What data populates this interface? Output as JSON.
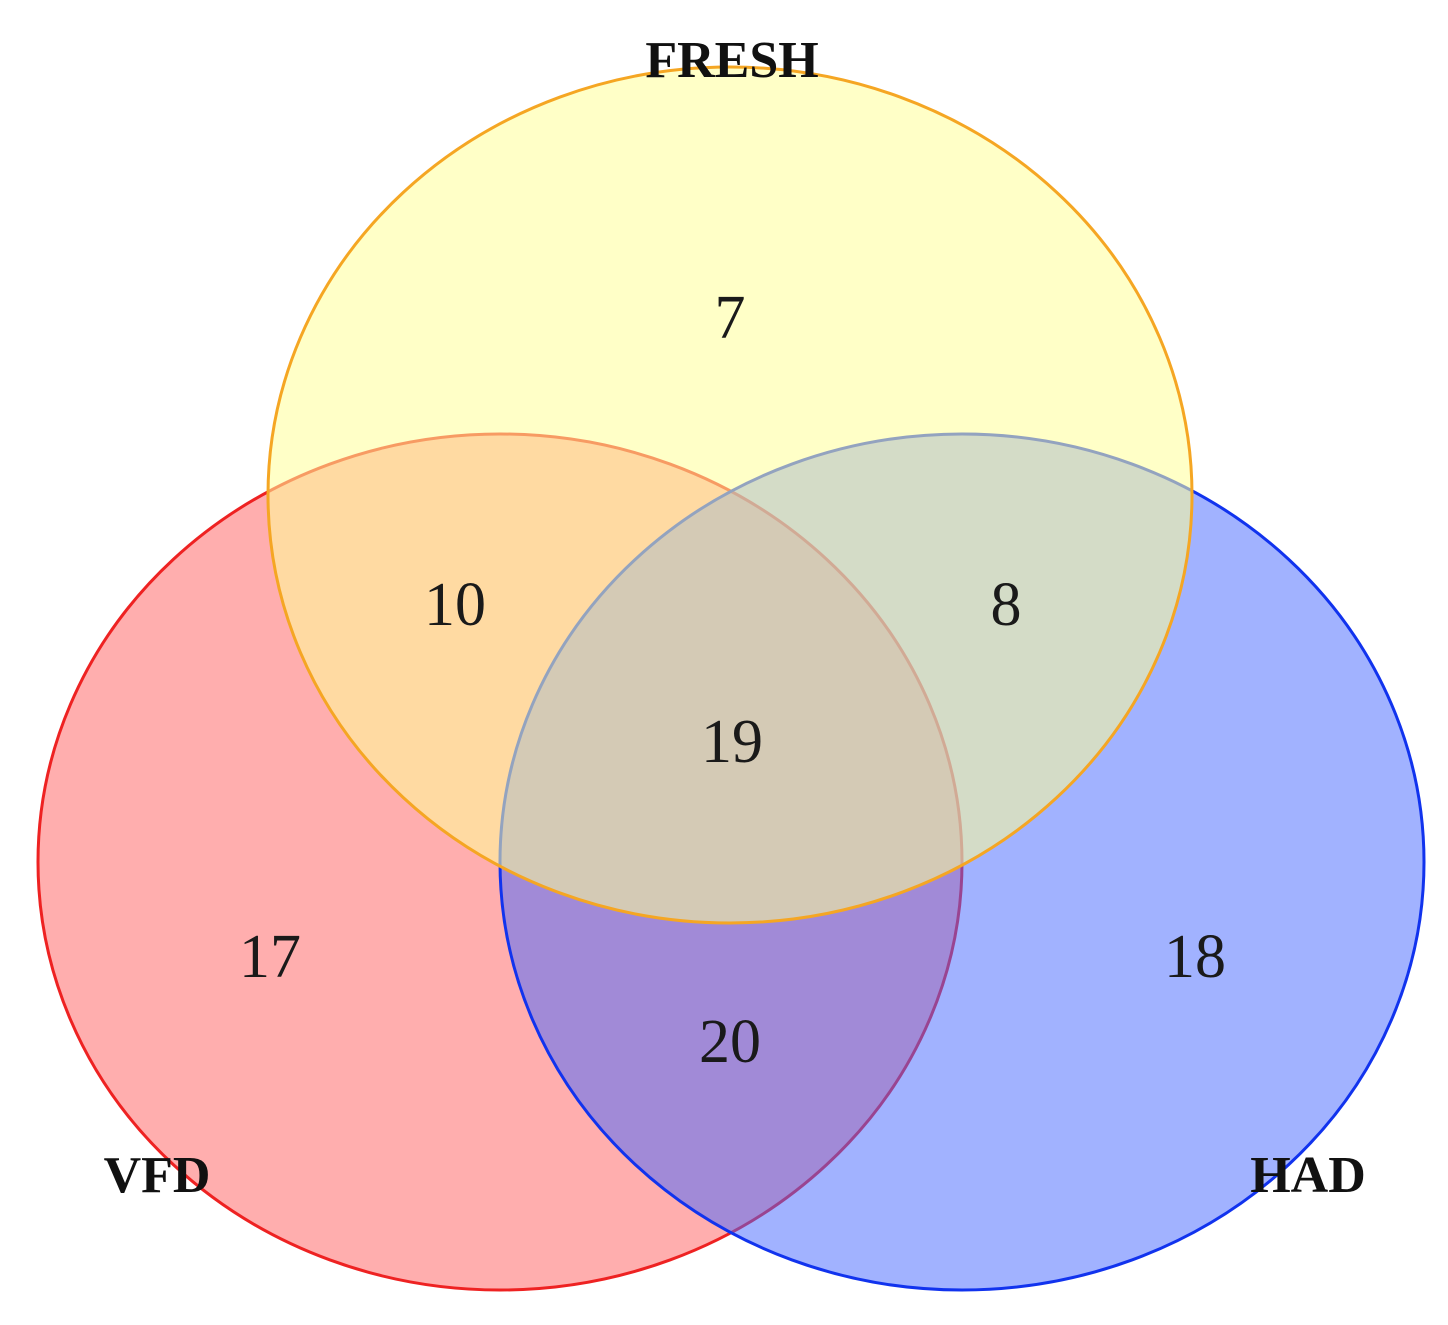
{
  "diagram": {
    "type": "venn3",
    "sets": [
      {
        "id": "fresh",
        "label": "FRESH",
        "fill": "#ffff99",
        "fill_opacity": 0.55,
        "stroke": "#f5a623"
      },
      {
        "id": "vfd",
        "label": "VFD",
        "fill": "#ff6b6b",
        "fill_opacity": 0.55,
        "stroke": "#ee2222"
      },
      {
        "id": "had",
        "label": "HAD",
        "fill": "#4466ff",
        "fill_opacity": 0.5,
        "stroke": "#1133ee"
      }
    ],
    "regions": {
      "fresh_only": "7",
      "vfd_only": "17",
      "had_only": "18",
      "fresh_vfd": "10",
      "fresh_had": "8",
      "vfd_had": "20",
      "all_three": "19"
    }
  }
}
